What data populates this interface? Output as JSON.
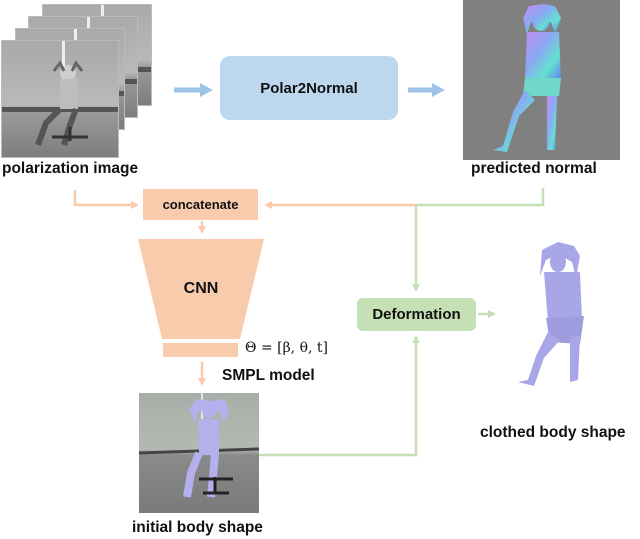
{
  "diagram": {
    "nodes": {
      "polarization_image": {
        "label": "polarization image"
      },
      "polar2normal": {
        "label": "Polar2Normal",
        "fill": "#bdd7ee"
      },
      "predicted_normal": {
        "label": "predicted normal"
      },
      "concatenate": {
        "label": "concatenate",
        "fill": "#f8cbad"
      },
      "cnn": {
        "label": "CNN",
        "fill": "#f8cbad"
      },
      "parameters": {
        "formula": "Θ = [β, θ, t]"
      },
      "smpl_model": {
        "label": "SMPL model"
      },
      "initial_body_shape": {
        "label": "initial body shape"
      },
      "deformation": {
        "label": "Deformation",
        "fill": "#c5e0b4"
      },
      "clothed_body_shape": {
        "label": "clothed body shape"
      }
    },
    "edges": [
      {
        "from": "polarization_image",
        "to": "polar2normal",
        "color": "#9dc3e6"
      },
      {
        "from": "polar2normal",
        "to": "predicted_normal",
        "color": "#9dc3e6"
      },
      {
        "from": "polarization_image",
        "to": "concatenate",
        "color": "#f8cbad"
      },
      {
        "from": "predicted_normal",
        "to": "concatenate",
        "color": "#f8cbad"
      },
      {
        "from": "concatenate",
        "to": "cnn",
        "color": "#f8cbad"
      },
      {
        "from": "cnn",
        "to": "smpl_model",
        "color": "#f8cbad"
      },
      {
        "from": "predicted_normal",
        "to": "deformation",
        "color": "#c5e0b4"
      },
      {
        "from": "initial_body_shape",
        "to": "deformation",
        "color": "#c5e0b4"
      },
      {
        "from": "deformation",
        "to": "clothed_body_shape",
        "color": "#c5e0b4"
      }
    ]
  }
}
